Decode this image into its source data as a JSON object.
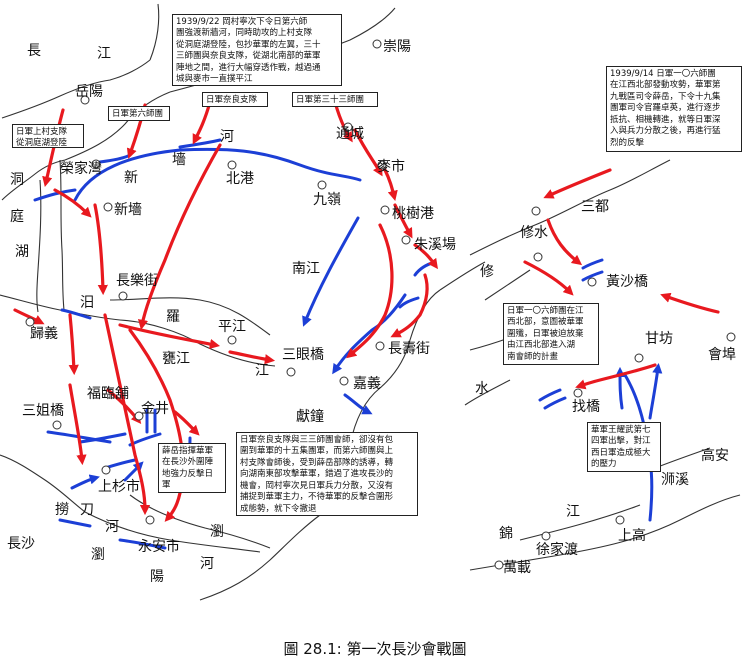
{
  "caption": "圖 28.1: 第一次長沙會戰圖",
  "colors": {
    "japanese_arrow": "#e8191f",
    "chinese_arrow": "#1c3fd6",
    "river": "#333333",
    "town_circle": "#ffffff"
  },
  "places": {
    "changsha": "長沙",
    "lao_dao_he_1": "撈",
    "lao_dao_he_2": "刀",
    "lao_dao_he_3": "河",
    "liu_yang_he_1": "瀏",
    "liu_yang_he_2": "陽",
    "liu_yang_he_3": "河",
    "liu_yang_left": "瀏",
    "yongan": "永安市",
    "shangshan": "上杉市",
    "fulinpu": "福臨舖",
    "jinjing": "金井",
    "sanjieqiao": "三姐橋",
    "guiyi": "歸義",
    "miluo_mi": "汨",
    "miluo_luo": "羅",
    "miluo_jiang": "江",
    "yingtian": "甕江",
    "pingjiang": "平江",
    "jiang_pj": "江",
    "sanyanqiao": "三眼橋",
    "jiayi": "嘉義",
    "xianzhong": "獻鐘",
    "changshoujie": "長壽街",
    "nanjiang": "南江",
    "jiuling": "九嶺",
    "zhuxichang": "朱溪場",
    "taoshugang": "桃樹港",
    "maishi": "麥市",
    "tongcheng": "通城",
    "chongyang": "崇陽",
    "beigang": "北港",
    "qiang": "墻",
    "he_qiang": "河",
    "changlejie": "長樂街",
    "xinqiang": "新墻",
    "xin": "新",
    "rongjiawan": "榮家灣",
    "yueyang": "岳陽",
    "chang_yangtze": "長",
    "jiang_yangtze": "江",
    "dongting_1": "洞",
    "dongting_2": "庭",
    "dongting_3": "湖",
    "xiu_shui_1": "修",
    "xiu_shui_2": "水",
    "xiushui_town": "修水",
    "sandu": "三都",
    "huangshaqiao": "黃沙橋",
    "ganfang": "甘坊",
    "hui_fu": "會埠",
    "zhaoqiao": "找橋",
    "gaoan": "高安",
    "xixi": "浉溪",
    "shanggao": "上高",
    "jin_jiang_1": "錦",
    "jin_jiang_2": "江",
    "xujiadu": "徐家渡",
    "wanzai": "萬載"
  },
  "notes": {
    "n_0922": [
      "1939/9/22 岡村寧次下令日第六師",
      "團強渡新牆河，同時助攻的上村支隊",
      "從洞庭湖登陸，包抄華軍的左翼，三十",
      "三師團與奈良支隊，從湖北南部的華軍",
      "陣地之間，進行大幅穿透作戰，越過通",
      "城與麥市一直撲平江"
    ],
    "n_kamimura": [
      "日軍上村支隊",
      "從洞庭湖登陸"
    ],
    "n_6th": [
      "日軍第六師團"
    ],
    "n_nara": [
      "日軍奈良支隊"
    ],
    "n_33rd": [
      "日軍第三十三師團"
    ],
    "n_0914": [
      "1939/9/14 日軍一〇六師團",
      "在江西北部發動攻勢，華軍第",
      "九戰區司令薛岳，下令十九集",
      "團軍司令官羅卓英，進行逐步",
      "抵抗、相機轉進，就等日軍深",
      "入與兵力分散之後，再進行猛",
      "烈的反擊"
    ],
    "n_106": [
      "日軍一〇六師團在江",
      "西北部，意圖被華軍",
      "圍殲，日軍被迫放棄",
      "由江西北部進入湖",
      "南會師的計畫"
    ],
    "n_wang": [
      "華軍王耀武第七",
      "四軍出擊，對江",
      "西日軍造成極大",
      "的壓力"
    ],
    "n_xueyue": [
      "薛岳指揮華軍",
      "在長沙外圍陣",
      "地強力反擊日",
      "軍"
    ],
    "n_nara_33": [
      "日軍奈良支隊與三三師團會師，卻沒有包",
      "圍到華軍的十五集團軍，而第六師團與上",
      "村支隊會師後，受到薛岳部隊的誘導，轉",
      "向湖南東部攻擊華軍，錯過了進攻長沙的",
      "機會，岡村寧次見日軍兵力分散，又沒有",
      "捕捉到華軍主力，不待華軍的反擊合圍形",
      "成態勢，就下令撤退"
    ]
  }
}
